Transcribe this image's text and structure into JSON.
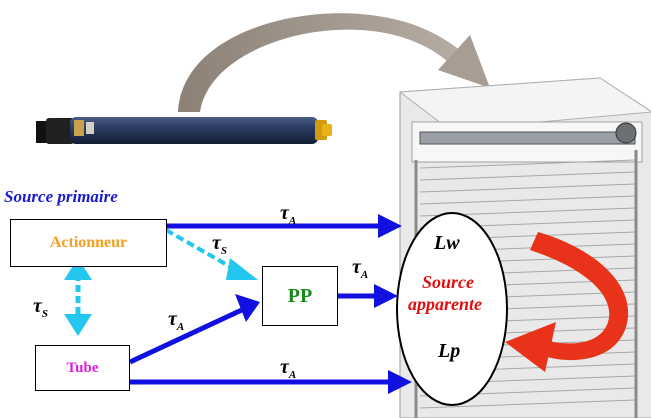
{
  "diagram": {
    "source_primary_label": "Source primaire",
    "actuator_label": "Actionneur",
    "tube_label": "Tube",
    "pp_label": "PP",
    "lw_label": "Lw",
    "lp_label": "Lp",
    "apparent_source_line1": "Source",
    "apparent_source_line2": "apparente",
    "tau_a_symbol": "τ",
    "tau_a_sub": "A",
    "tau_s_symbol": "τ",
    "tau_s_sub": "S"
  },
  "colors": {
    "arrow_blue": "#1010e0",
    "cyan_arrow": "#22c6ee",
    "actuator_text": "#f5a020",
    "tube_text": "#e020e0",
    "pp_text": "#1a8a1a",
    "apparent_text": "#e01010",
    "source_primary_text": "#1a1ad0",
    "red_arrow": "#e8321a",
    "grey_arrow": "#9a8e80"
  }
}
